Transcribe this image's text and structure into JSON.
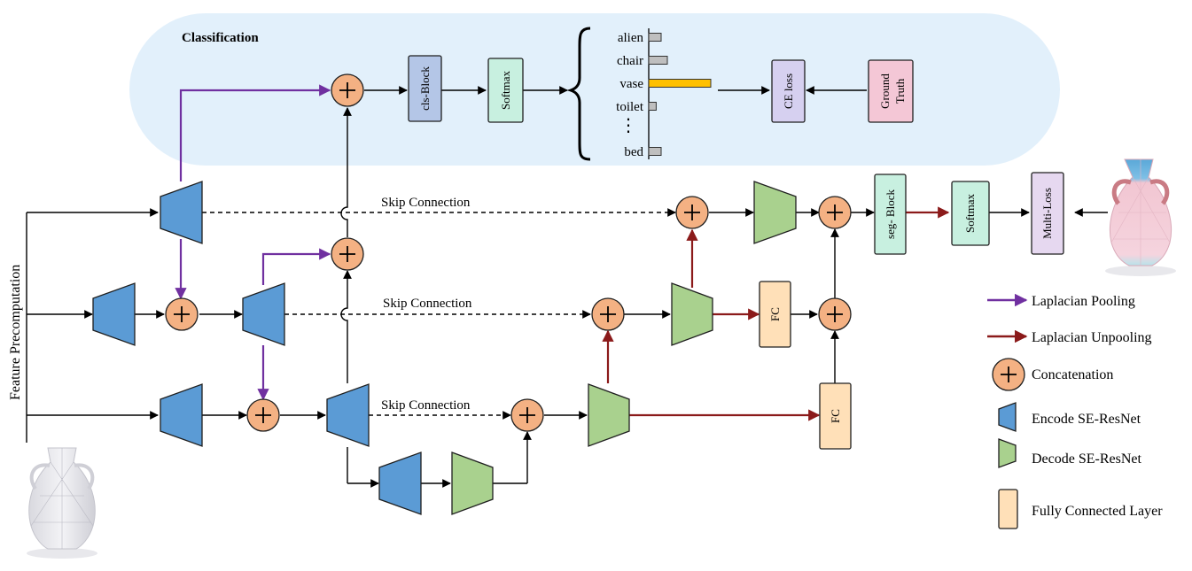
{
  "classification": {
    "title": "Classification",
    "cls_block": "cls-Block",
    "softmax": "Softmax",
    "ce_loss": "CE loss",
    "ground_truth_line1": "Ground",
    "ground_truth_line2": "Truth",
    "bars": [
      {
        "label": "alien",
        "value": 0.2
      },
      {
        "label": "chair",
        "value": 0.3
      },
      {
        "label": "vase",
        "value": 1.0
      },
      {
        "label": "toilet",
        "value": 0.12
      },
      {
        "label": "bed",
        "value": 0.2
      }
    ]
  },
  "labels": {
    "feature_precomputation": "Feature Precomputation",
    "skip_connection_1": "Skip Connection",
    "skip_connection_2": "Skip Connection",
    "skip_connection_3": "Skip Connection",
    "fc_1": "FC",
    "fc_2": "FC",
    "seg_block": "seg- Block",
    "softmax": "Softmax",
    "multi_loss": "Multi-Loss"
  },
  "legend": {
    "laplacian_pooling": "Laplacian Pooling",
    "laplacian_unpooling": "Laplacian Unpooling",
    "concatenation": "Concatenation",
    "encode": "Encode SE-ResNet",
    "decode": "Decode SE-ResNet",
    "fully_connected": "Fully Connected Layer"
  },
  "colors": {
    "encoder": "#5b9bd5",
    "decoder": "#a9d18e",
    "concat": "#f4b183",
    "fc": "#ffe0b8",
    "pooling": "#7030a0",
    "unpooling": "#8b1a1a",
    "classification_bg": "#e2f0fb",
    "cls_block": "#b4c6e7",
    "softmax": "#c8f0e0",
    "ce_loss": "#d6d0f0",
    "ground_truth": "#f4c7d6",
    "vase_bar": "#ffc000",
    "other_bar": "#bfbfbf"
  }
}
